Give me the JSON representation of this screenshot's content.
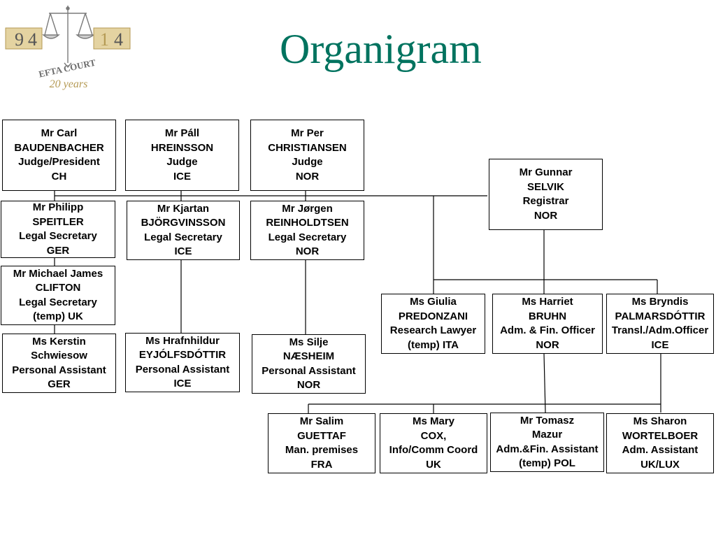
{
  "header": {
    "title": "Organigram"
  },
  "logo": {
    "year_start": [
      "9",
      "4"
    ],
    "year_end": [
      "1",
      "4"
    ],
    "name": "EFTA COURT",
    "tagline": "20 years"
  },
  "colors": {
    "title": "#00735f",
    "gold": "#b59a54",
    "logo_text": "#6b6b6b",
    "lines": "#000000"
  },
  "boxes": {
    "baudenbacher": [
      "Mr Carl",
      "BAUDENBACHER",
      "Judge/President",
      "CH"
    ],
    "hreinsson": [
      "Mr Páll",
      "HREINSSON",
      "Judge",
      "ICE"
    ],
    "christiansen": [
      "Mr Per",
      "CHRISTIANSEN",
      "Judge",
      "NOR"
    ],
    "selvik": [
      "Mr Gunnar",
      "SELVIK",
      "Registrar",
      "NOR"
    ],
    "speitler": [
      "Mr Philipp",
      "SPEITLER",
      "Legal Secretary",
      "GER"
    ],
    "bjorgvinsson": [
      "Mr Kjartan",
      "BJÖRGVINSSON",
      "Legal Secretary",
      "ICE"
    ],
    "reinholdtsen": [
      "Mr Jørgen",
      "REINHOLDTSEN",
      "Legal Secretary",
      "NOR"
    ],
    "clifton": [
      "Mr Michael James",
      "CLIFTON",
      "Legal Secretary",
      "(temp) UK"
    ],
    "predonzani": [
      "Ms Giulia",
      "PREDONZANI",
      "Research Lawyer",
      "(temp) ITA"
    ],
    "bruhn": [
      "Ms Harriet",
      "BRUHN",
      "Adm. & Fin. Officer",
      "NOR"
    ],
    "palmarsdottir": [
      "Ms Bryndis",
      "PALMARSDÓTTIR",
      "Transl./Adm.Officer",
      "ICE"
    ],
    "schwiesow": [
      "Ms Kerstin",
      "Schwiesow",
      "Personal Assistant",
      "GER"
    ],
    "eyjolfsdottir": [
      "Ms Hrafnhildur",
      "EYJÓLFSDÓTTIR",
      "Personal Assistant",
      "ICE"
    ],
    "naesheim": [
      "Ms Silje",
      "NÆSHEIM",
      "Personal Assistant",
      "NOR"
    ],
    "guettaf": [
      "Mr Salim",
      "GUETTAF",
      "Man. premises",
      "FRA"
    ],
    "cox": [
      "Ms Mary",
      "COX,",
      "Info/Comm Coord",
      "UK"
    ],
    "mazur": [
      "Mr Tomasz",
      "Mazur",
      "Adm.&Fin. Assistant",
      "(temp) POL"
    ],
    "wortelboer": [
      "Ms Sharon",
      "WORTELBOER",
      "Adm. Assistant",
      "UK/LUX"
    ]
  }
}
